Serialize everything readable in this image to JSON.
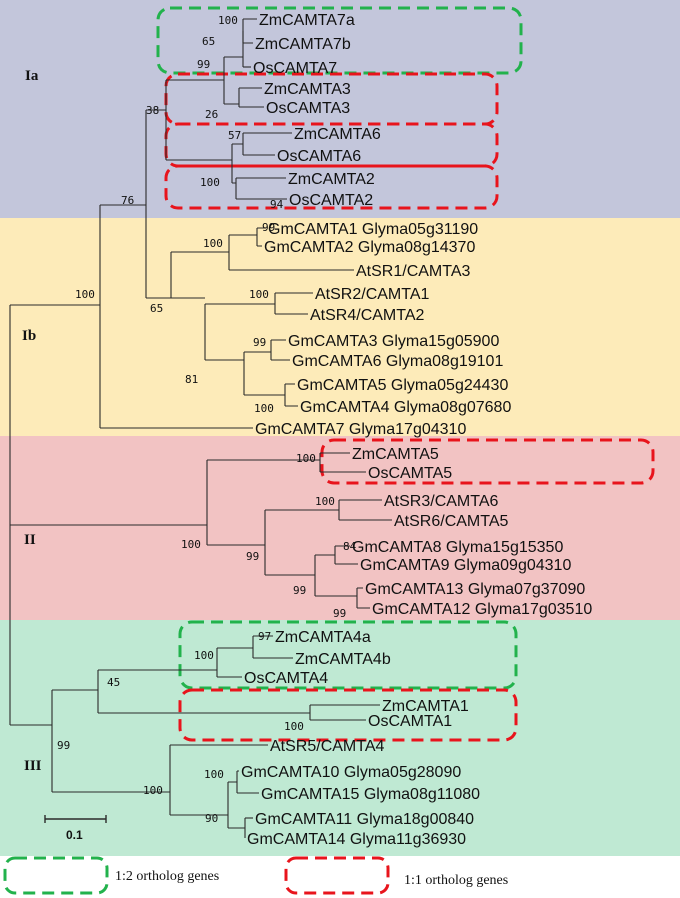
{
  "groups": {
    "ia": {
      "label": "Ia",
      "color": "#c3c6db"
    },
    "ib": {
      "label": "Ib",
      "color": "#fdebb9"
    },
    "ii": {
      "label": "II",
      "color": "#f2c3c3"
    },
    "iii": {
      "label": "III",
      "color": "#bfe9d3"
    }
  },
  "taxa": [
    "ZmCAMTA7a",
    "ZmCAMTA7b",
    "OsCAMTA7",
    "ZmCAMTA3",
    "OsCAMTA3",
    "ZmCAMTA6",
    "OsCAMTA6",
    "ZmCAMTA2",
    "OsCAMTA2",
    "GmCAMTA1 Glyma05g31190",
    "GmCAMTA2 Glyma08g14370",
    "AtSR1/CAMTA3",
    "AtSR2/CAMTA1",
    "AtSR4/CAMTA2",
    "GmCAMTA3 Glyma15g05900",
    "GmCAMTA6 Glyma08g19101",
    "GmCAMTA5 Glyma05g24430",
    "GmCAMTA4 Glyma08g07680",
    "GmCAMTA7 Glyma17g04310",
    "ZmCAMTA5",
    "OsCAMTA5",
    "AtSR3/CAMTA6",
    "AtSR6/CAMTA5",
    "GmCAMTA8 Glyma15g15350",
    "GmCAMTA9 Glyma09g04310",
    "GmCAMTA13 Glyma07g37090",
    "GmCAMTA12 Glyma17g03510",
    "ZmCAMTA4a",
    "ZmCAMTA4b",
    "OsCAMTA4",
    "ZmCAMTA1",
    "OsCAMTA1",
    "AtSR5/CAMTA4",
    "GmCAMTA10 Glyma05g28090",
    "GmCAMTA15 Glyma08g11080",
    "GmCAMTA11 Glyma18g00840",
    "GmCAMTA14 Glyma11g36930"
  ],
  "bootstrap": [
    "100",
    "65",
    "99",
    "26",
    "38",
    "57",
    "100",
    "94",
    "76",
    "99",
    "100",
    "100",
    "65",
    "99",
    "100",
    "81",
    "100",
    "100",
    "100",
    "100",
    "84",
    "99",
    "99",
    "99",
    "97",
    "100",
    "45",
    "100",
    "99",
    "100",
    "90",
    "100"
  ],
  "scale_bar": {
    "label": "0.1"
  },
  "legend": {
    "green_label": "1:2  ortholog genes",
    "red_label": "1:1  ortholog genes",
    "green_color": "#22b24c",
    "red_color": "#e8141c"
  }
}
